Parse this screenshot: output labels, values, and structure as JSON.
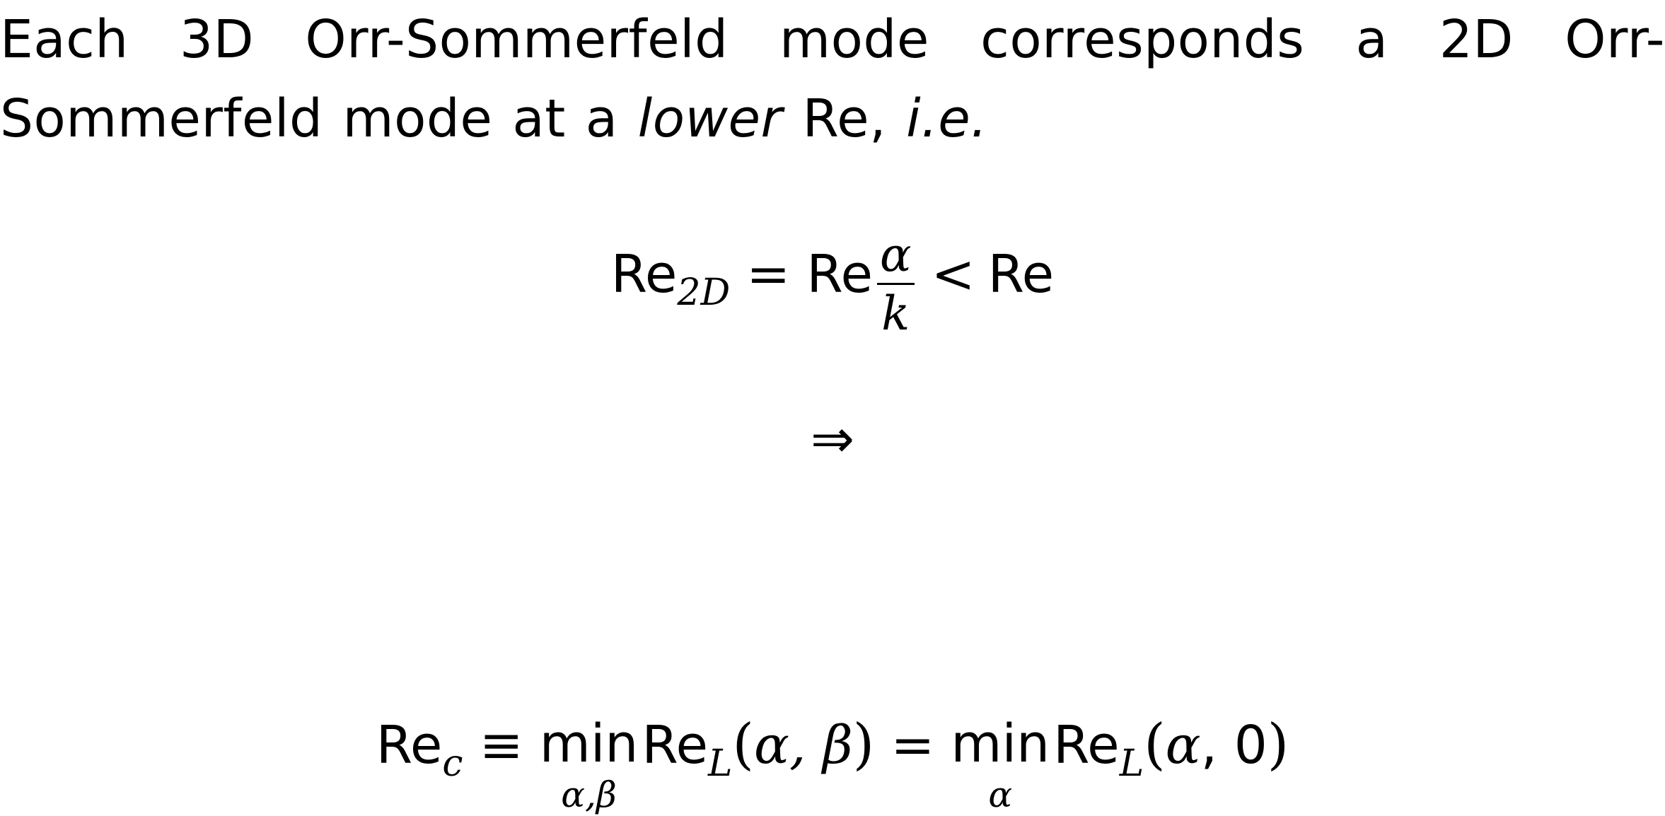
{
  "paragraph": {
    "line1": "Each 3D Orr-Sommerfeld mode corresponds a 2D Orr-",
    "line2_start": "Sommerfeld mode at a ",
    "line2_emph": "lower",
    "line2_mid": " Re, ",
    "line2_ie": "i.e."
  },
  "equation1": {
    "lhs": "Re",
    "lhs_sub": "2D",
    "eq": "=",
    "rhs_re": "Re",
    "frac_num": "α",
    "frac_den": "k",
    "lt": "<",
    "rhs_end": "Re"
  },
  "implies": "⇒",
  "equation3": {
    "lhs": "Re",
    "lhs_sub": "c",
    "equiv": "≡",
    "min1": "min",
    "min1_limits": "α,β",
    "term1": "Re",
    "term1_sub": "L",
    "term1_args_open": "(",
    "term1_args": "α, β",
    "term1_args_close": ")",
    "eq": "=",
    "min2": "min",
    "min2_limits": "α",
    "term2": "Re",
    "term2_sub": "L",
    "term2_args_open": "(",
    "term2_arg_alpha": "α",
    "term2_arg_comma": ", ",
    "term2_arg_zero": "0",
    "term2_args_close": ")"
  }
}
